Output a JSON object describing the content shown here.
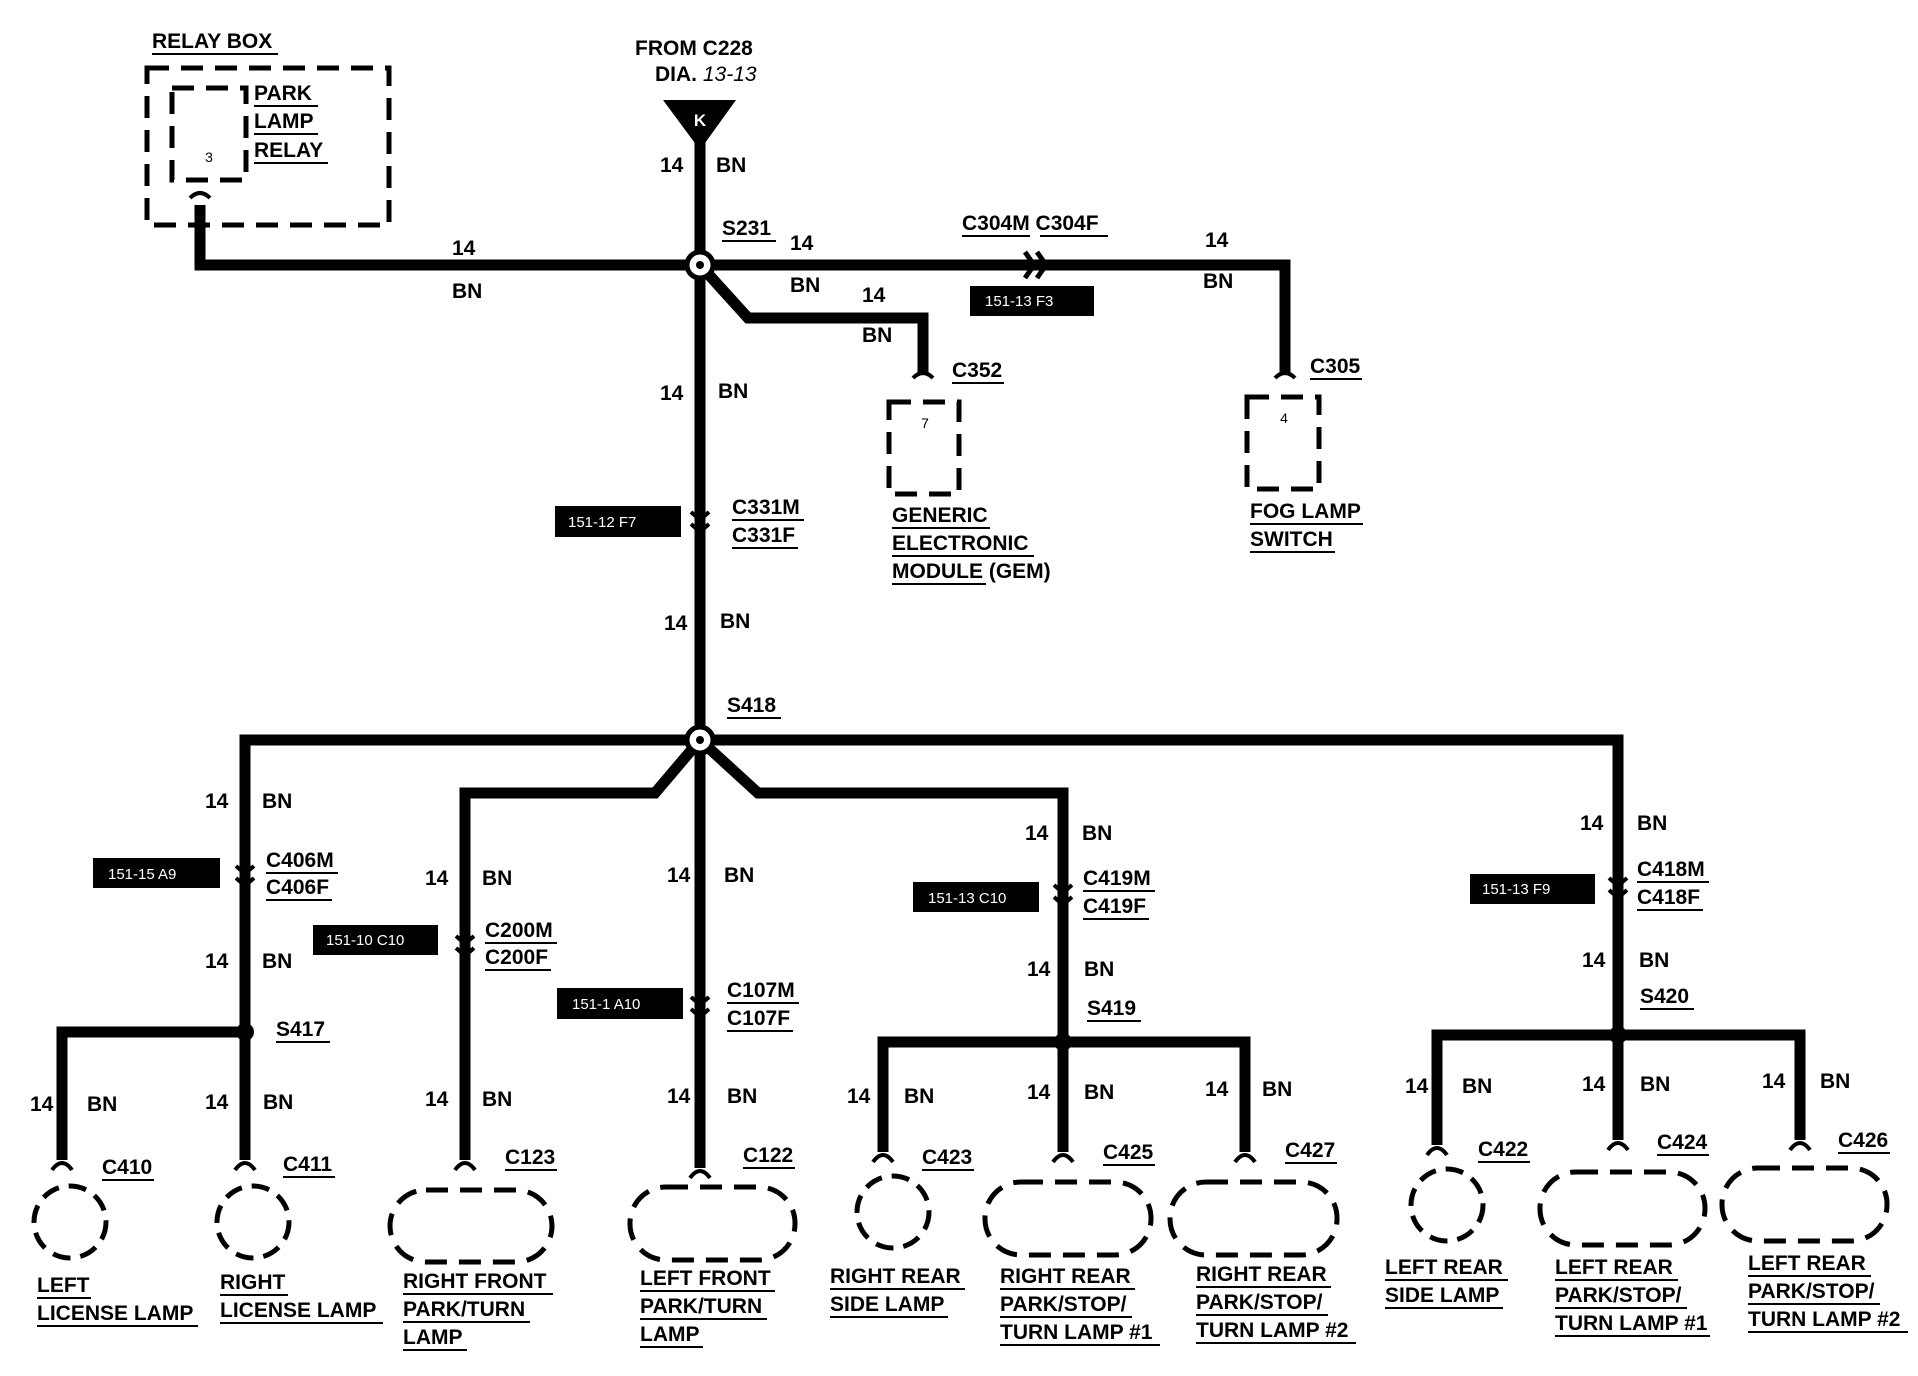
{
  "source": {
    "line1": "FROM C228",
    "line2a": "DIA. ",
    "line2b": "13-13",
    "terminal": "K"
  },
  "wire": {
    "gauge": "14",
    "color": "BN"
  },
  "splices": {
    "s231": "S231",
    "s418": "S418",
    "s417": "S417",
    "s419": "S419",
    "s420": "S420"
  },
  "relay_box": {
    "title": "RELAY BOX",
    "label1": "PARK",
    "label2": "LAMP",
    "label3": "RELAY",
    "pin": "3"
  },
  "inline_connectors": {
    "c304": "C304M C304F",
    "c331m": "C331M",
    "c331f": "C331F",
    "c406m": "C406M",
    "c406f": "C406F",
    "c200m": "C200M",
    "c200f": "C200F",
    "c107m": "C107M",
    "c107f": "C107F",
    "c419m": "C419M",
    "c419f": "C419F",
    "c418m": "C418M",
    "c418f": "C418F"
  },
  "refs": {
    "r1": "151-13 F3",
    "r2": "151-12 F7",
    "r3": "151-15 A9",
    "r4": "151-10 C10",
    "r5": "151-1 A10",
    "r6": "151-13 C10",
    "r7": "151-13 F9"
  },
  "gem": {
    "connector": "C352",
    "pin": "7",
    "line1": "GENERIC",
    "line2": "ELECTRONIC",
    "line3": "MODULE (GEM)"
  },
  "fog": {
    "connector": "C305",
    "pin": "4",
    "line1": "FOG LAMP",
    "line2": "SWITCH"
  },
  "lamps": {
    "c410": {
      "connector": "C410",
      "line1": "LEFT",
      "line2": "LICENSE LAMP"
    },
    "c411": {
      "connector": "C411",
      "line1": "RIGHT",
      "line2": "LICENSE LAMP"
    },
    "c123": {
      "connector": "C123",
      "line1": "RIGHT FRONT",
      "line2": "PARK/TURN",
      "line3": "LAMP"
    },
    "c122": {
      "connector": "C122",
      "line1": "LEFT FRONT",
      "line2": "PARK/TURN",
      "line3": "LAMP"
    },
    "c423": {
      "connector": "C423",
      "line1": "RIGHT REAR",
      "line2": "SIDE LAMP"
    },
    "c425": {
      "connector": "C425",
      "line1": "RIGHT REAR",
      "line2": "PARK/STOP/",
      "line3": "TURN LAMP #1"
    },
    "c427": {
      "connector": "C427",
      "line1": "RIGHT REAR",
      "line2": "PARK/STOP/",
      "line3": "TURN LAMP #2"
    },
    "c422": {
      "connector": "C422",
      "line1": "LEFT REAR",
      "line2": "SIDE LAMP"
    },
    "c424": {
      "connector": "C424",
      "line1": "LEFT REAR",
      "line2": "PARK/STOP/",
      "line3": "TURN LAMP #1"
    },
    "c426": {
      "connector": "C426",
      "line1": "LEFT REAR",
      "line2": "PARK/STOP/",
      "line3": "TURN LAMP #2"
    }
  }
}
